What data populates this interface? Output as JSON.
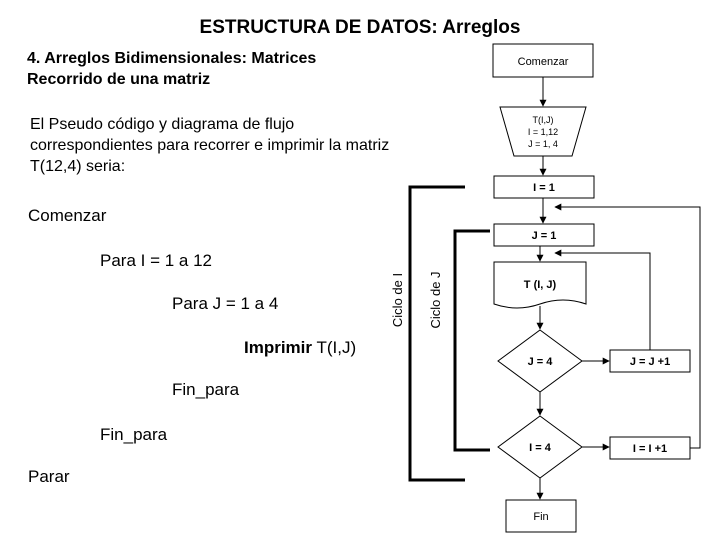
{
  "slide": {
    "title": "ESTRUCTURA DE DATOS: Arreglos",
    "subtitle_line1": "4. Arreglos Bidimensionales: Matrices",
    "subtitle_line2": "Recorrido de una matriz",
    "intro_line1": "El Pseudo código y diagrama de flujo",
    "intro_line2": "correspondientes para recorrer e imprimir la matriz",
    "intro_line3": "T(12,4) seria:"
  },
  "pseudocode": {
    "start": "Comenzar",
    "for_i": "Para I = 1 a 12",
    "for_j": "Para J = 1 a 4",
    "print_keyword": "Imprimir",
    "print_arg": " T(I,J)",
    "end_for_inner": "Fin_para",
    "end_for_outer": "Fin_para",
    "stop": "Parar"
  },
  "brackets": {
    "loop_i": "Ciclo de I",
    "loop_j": "Ciclo de J"
  },
  "flowchart": {
    "start": "Comenzar",
    "input_line1": "T(I,J)",
    "input_line2": "I = 1,12",
    "input_line3": "J = 1, 4",
    "assign_i": "I = 1",
    "assign_j": "J = 1",
    "output": "T (I, J)",
    "cond_j": "J = 4",
    "inc_j": "J = J +1",
    "cond_i": "I = 4",
    "inc_i": "I = I +1",
    "end": "Fin"
  }
}
